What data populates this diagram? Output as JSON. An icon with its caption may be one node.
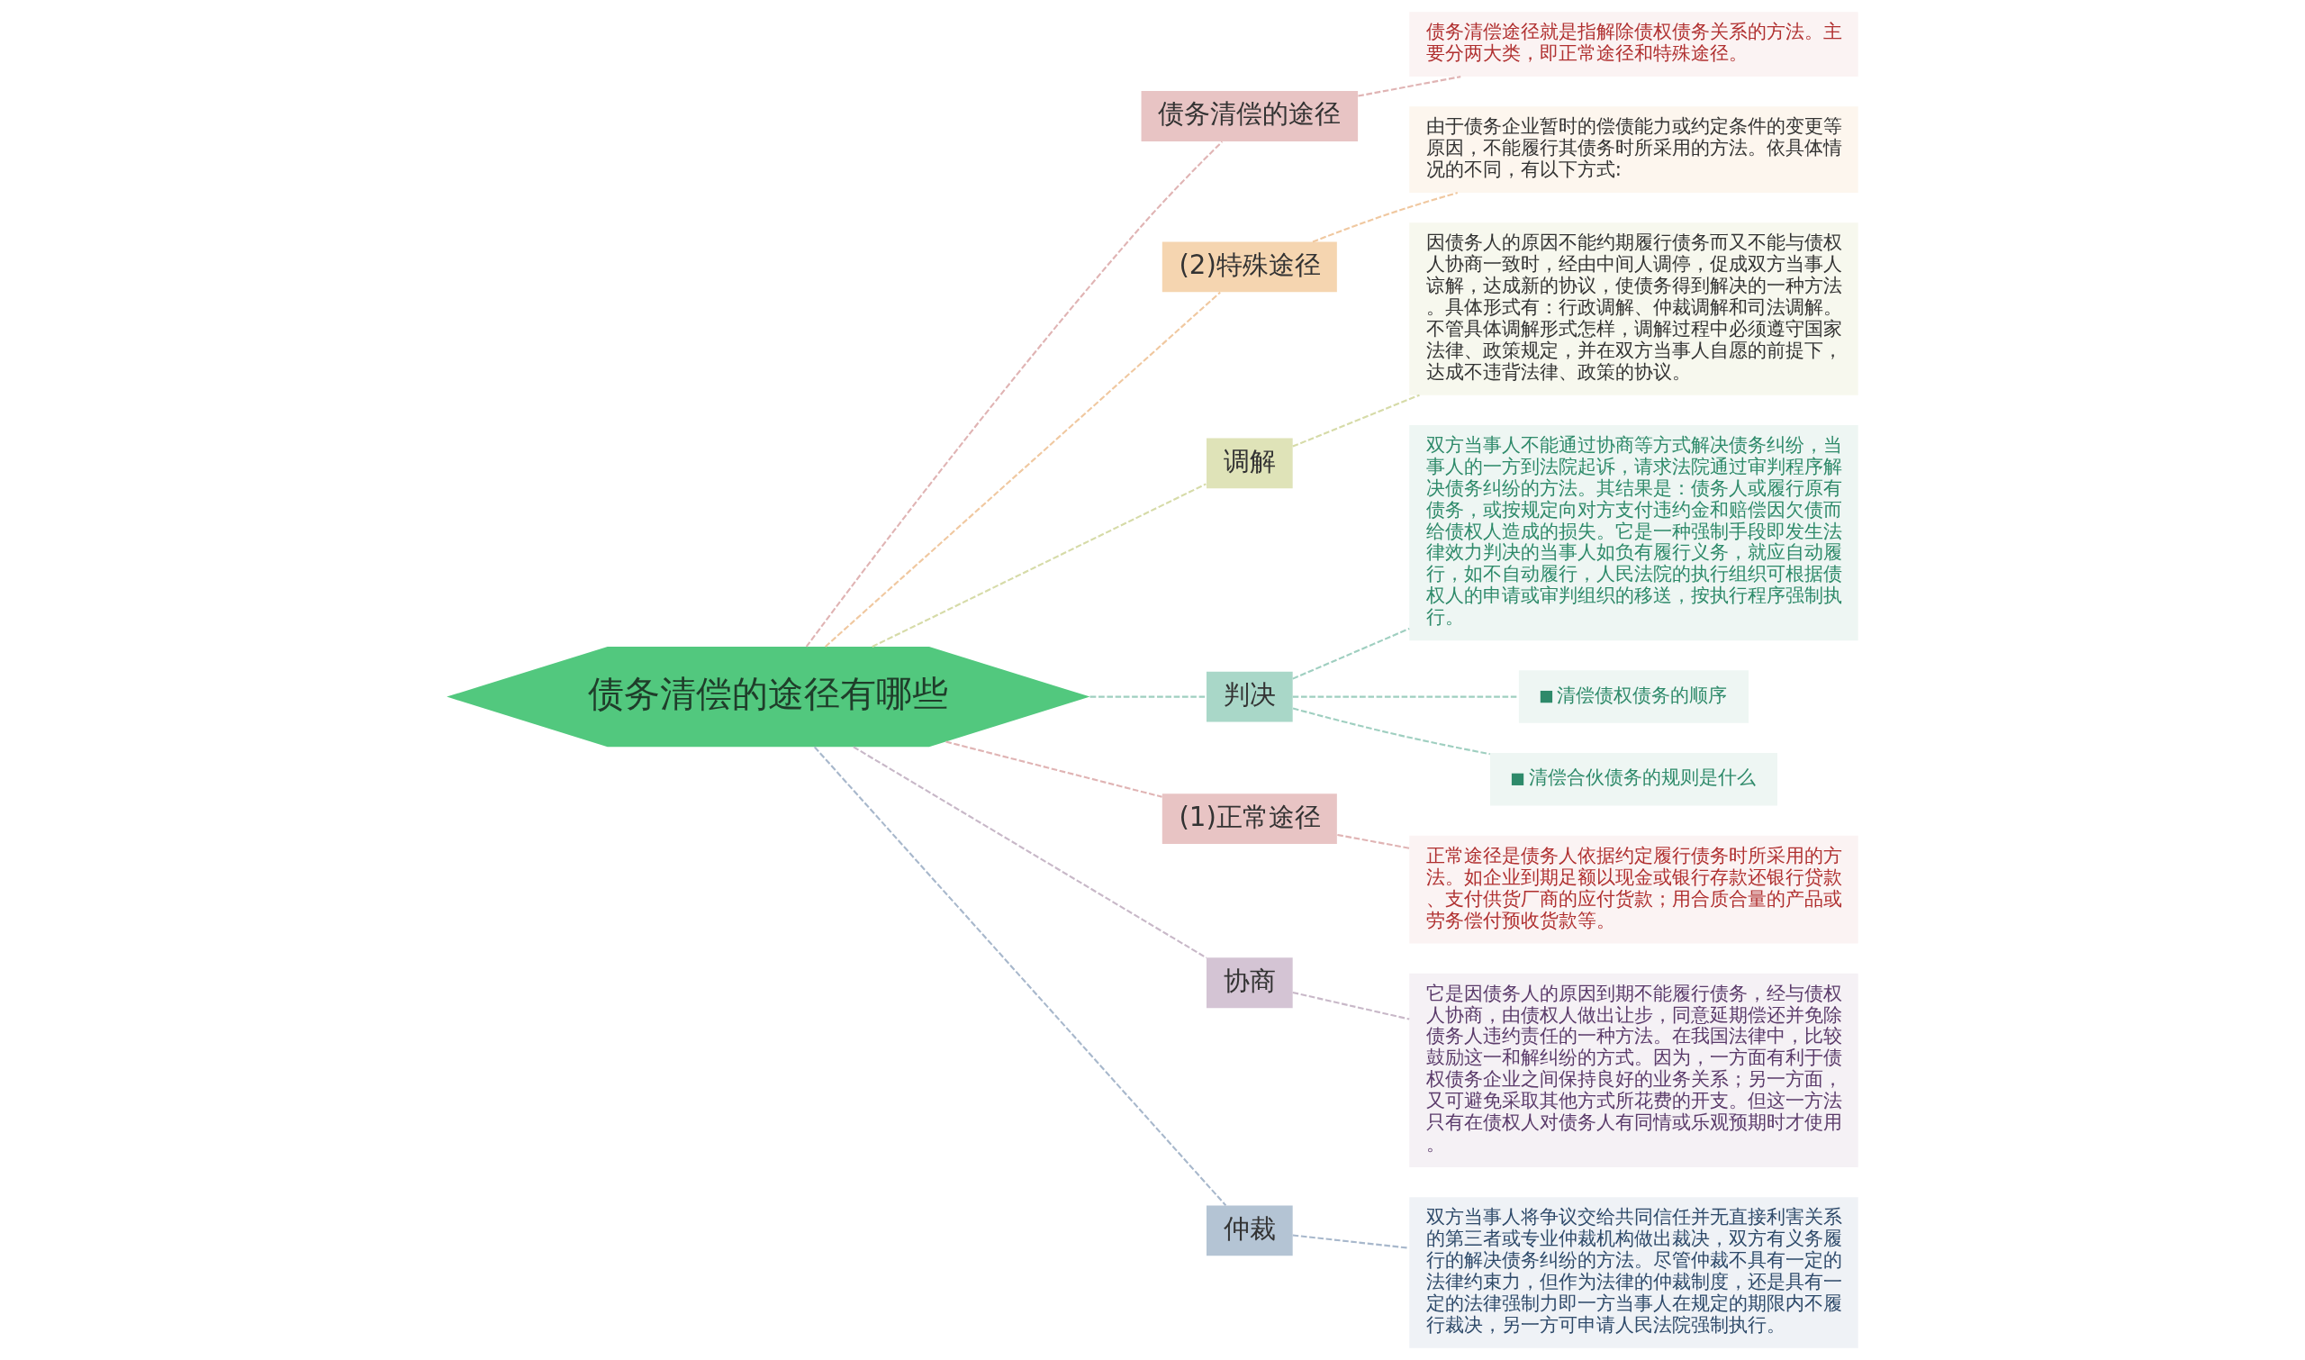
{
  "diagram": {
    "nodes": [
      {
        "text": [
          "债务清偿的途径有哪些"
        ]
      },
      {
        "text": [
          "债务清偿的途径"
        ]
      },
      {
        "text": [
          "债务清偿途径就是指解除债权债务关系的方法。主要分两大类，即正常途径和特殊途径。"
        ]
      },
      {
        "text": [
          "(2)特殊途径"
        ]
      },
      {
        "text": [
          "由于债务企业暂时的偿债能力或约定条件的变更等原因，不能履行其债务时所采用的方法。依具体情况的不同，有以下方式:"
        ]
      },
      {
        "text": [
          "调解"
        ]
      },
      {
        "text": [
          "因债务人的原因不能约期履行债务而又不能与债权人协商一致时，经由中间人调停，促成双方当事人谅解，达成新的协议，使债务得到解决的一种方法。具体形式有：行政调解、仲裁调解和司法调解。不管具体调解形式怎样，调解过程中必须遵守国家法律、政策规定，并在双方当事人自愿的前提下，达成不违背法律、政策的协议。"
        ]
      },
      {
        "text": [
          "判决"
        ]
      },
      {
        "text": [
          "双方当事人不能通过协商等方式解决债务纠纷，当事人的一方到法院起诉，请求法院通过审判程序解决债务纠纷的方法。其结果是：债务人或履行原有债务，或按规定向对方支付违约金和赔偿因欠债而给债权人造成的损失。它是一种强制手段即发生法律效力判决的当事人如负有履行义务，就应自动履行，如不自动履行，人民法院的执行组织可根据债权人的申请或审判组织的移送，按执行程序强制执行。"
        ]
      },
      {
        "text": [
          "清偿债权债务的顺序"
        ]
      },
      {
        "text": [
          "清偿合伙债务的规则是什么"
        ]
      },
      {
        "text": [
          "(1)正常途径"
        ]
      },
      {
        "text": [
          "正常途径是债务人依据约定履行债务时所采用的方法。如企业到期足额以现金或银行存款还银行贷款、支付供货厂商的应付货款；用合质合量的产品或劳务偿付预收货款等。"
        ]
      },
      {
        "text": [
          "协商"
        ]
      },
      {
        "text": [
          "它是因债务人的原因到期不能履行债务，经与债权人协商，由债权人做出让步，同意延期偿还并免除债务人违约责任的一种方法。在我国法律中，比较鼓励这一和解纠纷的方式。因为，一方面有利于债权债务企业之间保持良好的业务关系；另一方面，又可避免采取其他方式所花费的开支。但这一方法只有在债权人对债务人有同情或乐观预期时才使用。"
        ]
      },
      {
        "text": [
          "仲裁"
        ]
      },
      {
        "text": [
          "双方当事人将争议交给共同信任并无直接利害关系的第三者或专业仲裁机构做出裁决，双方有义务履行的解决债务纠纷的方法。尽管仲裁不具有一定的法律约束力，但作为法律的仲裁制度，还是具有一定的法律强制力即一方当事人在规定的期限内不履行裁决，另一方可申请人民法院强制执行。"
        ]
      }
    ],
    "edges": [
      {
        "from": 0,
        "to": 1,
        "arrow": "none",
        "style": "dashed",
        "color": "#e0b4b4"
      },
      {
        "from": 1,
        "to": 2,
        "arrow": "none",
        "style": "dashed",
        "color": "#e0b4b4"
      },
      {
        "from": 0,
        "to": 3,
        "arrow": "none",
        "style": "dashed",
        "color": "#f0c8a0"
      },
      {
        "from": 3,
        "to": 4,
        "arrow": "none",
        "style": "dashed",
        "color": "#f0c8a0"
      },
      {
        "from": 0,
        "to": 5,
        "arrow": "none",
        "style": "dashed",
        "color": "#d6dba8"
      },
      {
        "from": 5,
        "to": 6,
        "arrow": "none",
        "style": "dashed",
        "color": "#d6dba8"
      },
      {
        "from": 0,
        "to": 7,
        "arrow": "none",
        "style": "dashed",
        "color": "#9fcfc0"
      },
      {
        "from": 7,
        "to": 8,
        "arrow": "none",
        "style": "dashed",
        "color": "#9fcfc0"
      },
      {
        "from": 7,
        "to": 9,
        "arrow": "none",
        "style": "dashed",
        "color": "#9fcfc0"
      },
      {
        "from": 7,
        "to": 10,
        "arrow": "none",
        "style": "dashed",
        "color": "#9fcfc0"
      },
      {
        "from": 0,
        "to": 11,
        "arrow": "none",
        "style": "dashed",
        "color": "#e0b4b4"
      },
      {
        "from": 11,
        "to": 12,
        "arrow": "none",
        "style": "dashed",
        "color": "#e0b4b4"
      },
      {
        "from": 0,
        "to": 13,
        "arrow": "none",
        "style": "dashed",
        "color": "#c8b8c8"
      },
      {
        "from": 13,
        "to": 14,
        "arrow": "none",
        "style": "dashed",
        "color": "#c8b8c8"
      },
      {
        "from": 0,
        "to": 15,
        "arrow": "none",
        "style": "dashed",
        "color": "#a8b8cc"
      },
      {
        "from": 15,
        "to": 16,
        "arrow": "none",
        "style": "dashed",
        "color": "#a8b8cc"
      }
    ]
  }
}
